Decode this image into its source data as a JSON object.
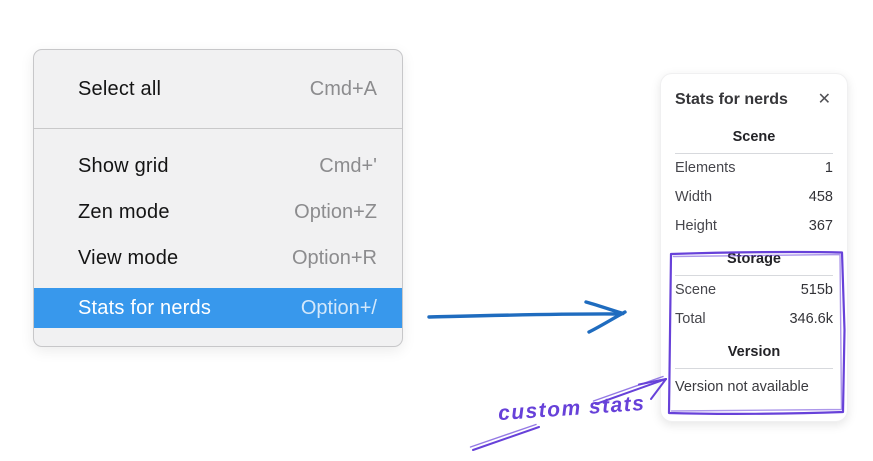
{
  "context_menu": {
    "groups": [
      {
        "items": [
          {
            "id": "select-all",
            "label": "Select all",
            "shortcut": "Cmd+A",
            "selected": false
          }
        ]
      },
      {
        "items": [
          {
            "id": "show-grid",
            "label": "Show grid",
            "shortcut": "Cmd+'",
            "selected": false
          },
          {
            "id": "zen-mode",
            "label": "Zen mode",
            "shortcut": "Option+Z",
            "selected": false
          },
          {
            "id": "view-mode",
            "label": "View mode",
            "shortcut": "Option+R",
            "selected": false
          },
          {
            "id": "stats-for-nerds",
            "label": "Stats for nerds",
            "shortcut": "Option+/",
            "selected": true
          }
        ]
      }
    ],
    "highlight_color": "#3898ec"
  },
  "stats_panel": {
    "title": "Stats for nerds",
    "close_icon": "✕",
    "sections": [
      {
        "heading": "Scene",
        "rows": [
          {
            "label": "Elements",
            "value": "1"
          },
          {
            "label": "Width",
            "value": "458"
          },
          {
            "label": "Height",
            "value": "367"
          }
        ]
      },
      {
        "heading": "Storage",
        "rows": [
          {
            "label": "Scene",
            "value": "515b"
          },
          {
            "label": "Total",
            "value": "346.6k"
          }
        ]
      },
      {
        "heading": "Version",
        "rows": [],
        "note": "Version not available"
      }
    ]
  },
  "annotations": {
    "custom_stats_label": "custom stats",
    "blue_arrow_color": "#1f6cbf",
    "purple_color": "#6741d9"
  }
}
